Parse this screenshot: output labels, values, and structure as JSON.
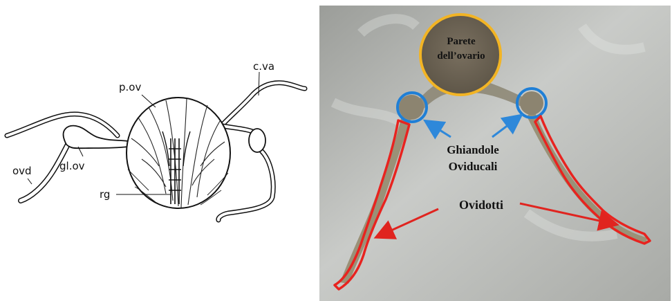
{
  "drawing": {
    "labels": {
      "pov": "p.ov",
      "cva": "c.va",
      "ovd": "ovd",
      "glov": "gl.ov",
      "rg": "rg"
    }
  },
  "photo": {
    "labels": {
      "ovary_line1": "Parete",
      "ovary_line2": "dell’ovario",
      "glands_line1": "Ghiandole",
      "glands_line2": "Oviducali",
      "oviducts": "Ovidotti"
    },
    "colors": {
      "ovary_circle": "#f2b424",
      "gland_circles": "#1f7fd6",
      "oviduct_outline": "#e8231f",
      "arrow_blue": "#2e88da",
      "arrow_red": "#e0241f"
    }
  }
}
